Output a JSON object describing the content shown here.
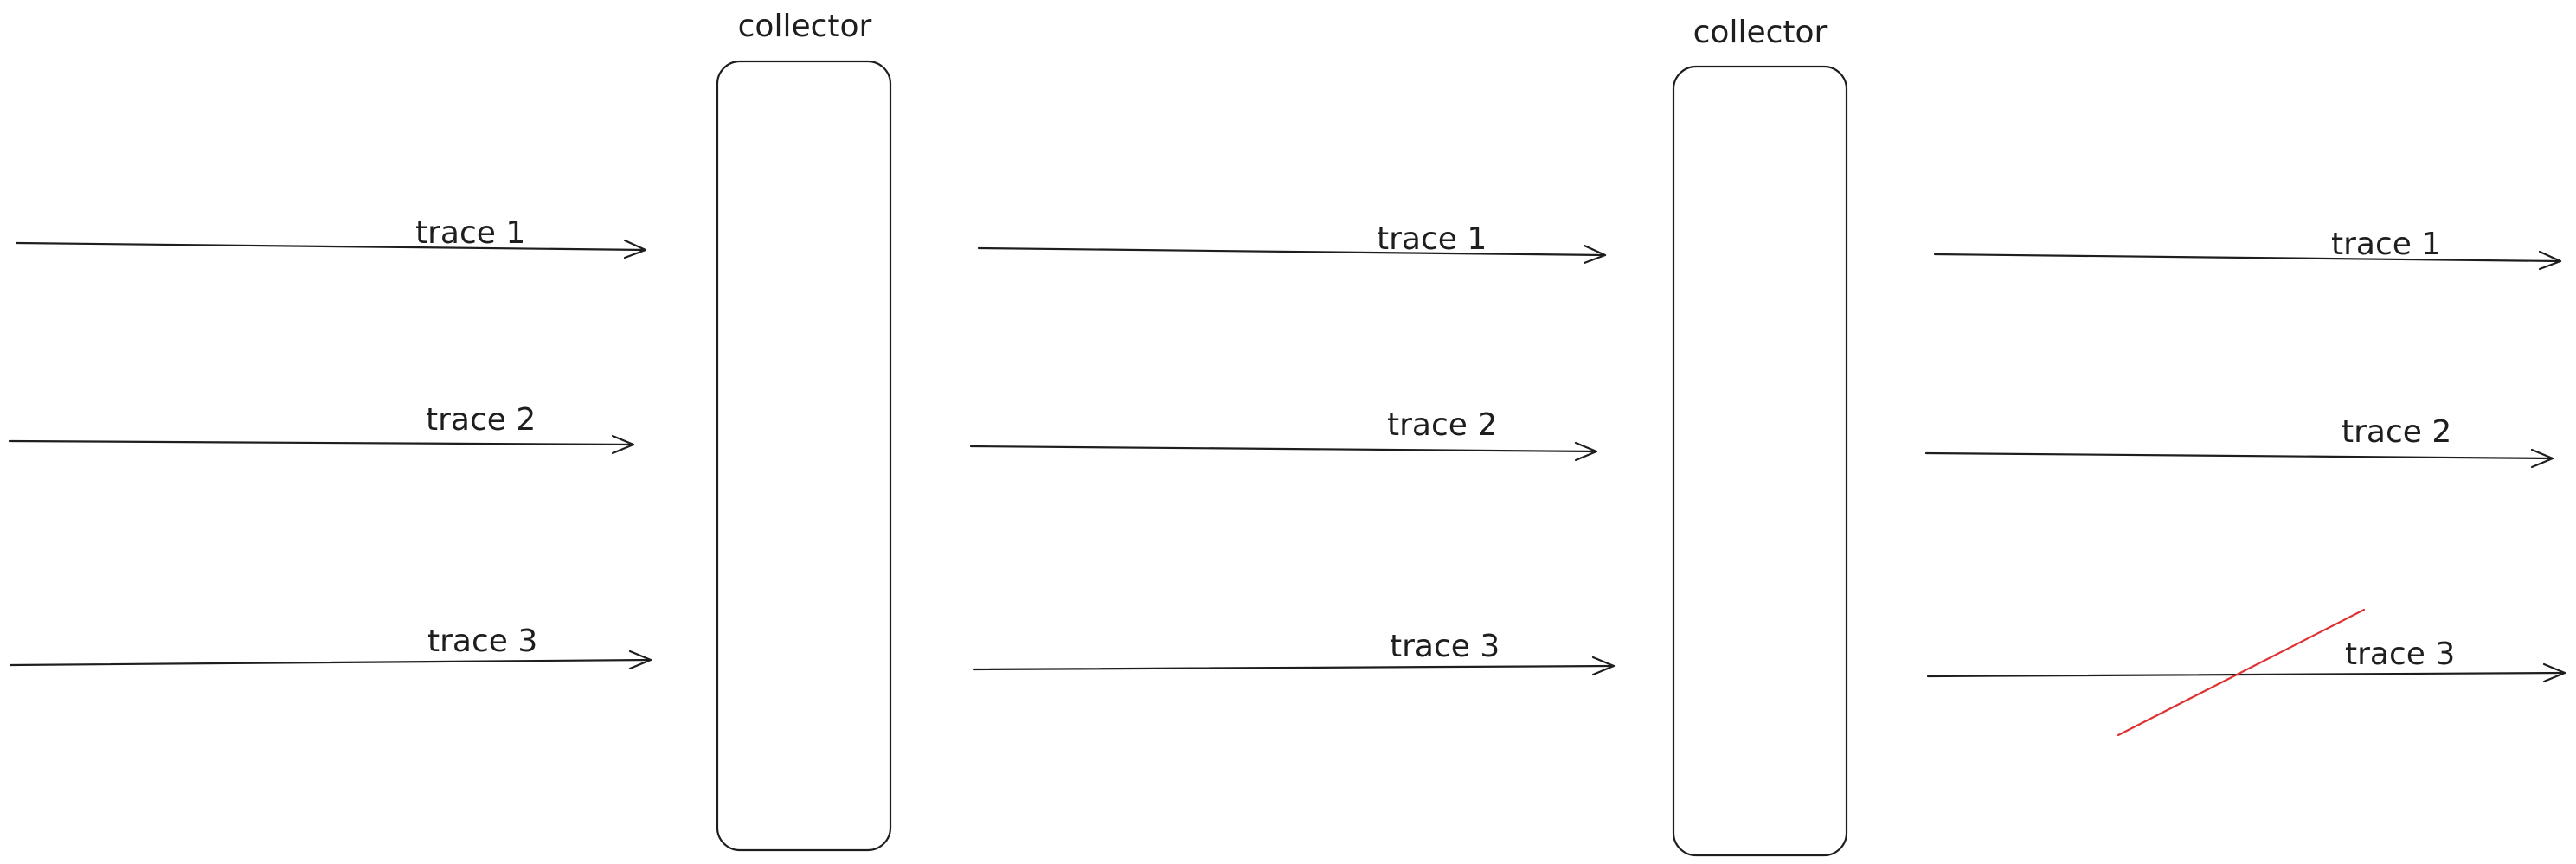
{
  "collectors": [
    {
      "label": "collector"
    },
    {
      "label": "collector"
    }
  ],
  "stages": [
    {
      "traces": [
        {
          "label": "trace 1",
          "dropped": false
        },
        {
          "label": "trace 2",
          "dropped": false
        },
        {
          "label": "trace 3",
          "dropped": false
        }
      ]
    },
    {
      "traces": [
        {
          "label": "trace 1",
          "dropped": false
        },
        {
          "label": "trace 2",
          "dropped": false
        },
        {
          "label": "trace 3",
          "dropped": false
        }
      ]
    },
    {
      "traces": [
        {
          "label": "trace 1",
          "dropped": false
        },
        {
          "label": "trace 2",
          "dropped": false
        },
        {
          "label": "trace 3",
          "dropped": true
        }
      ]
    }
  ],
  "colors": {
    "stroke": "#1e1e1e",
    "strike": "#e03131",
    "background": "#ffffff"
  }
}
